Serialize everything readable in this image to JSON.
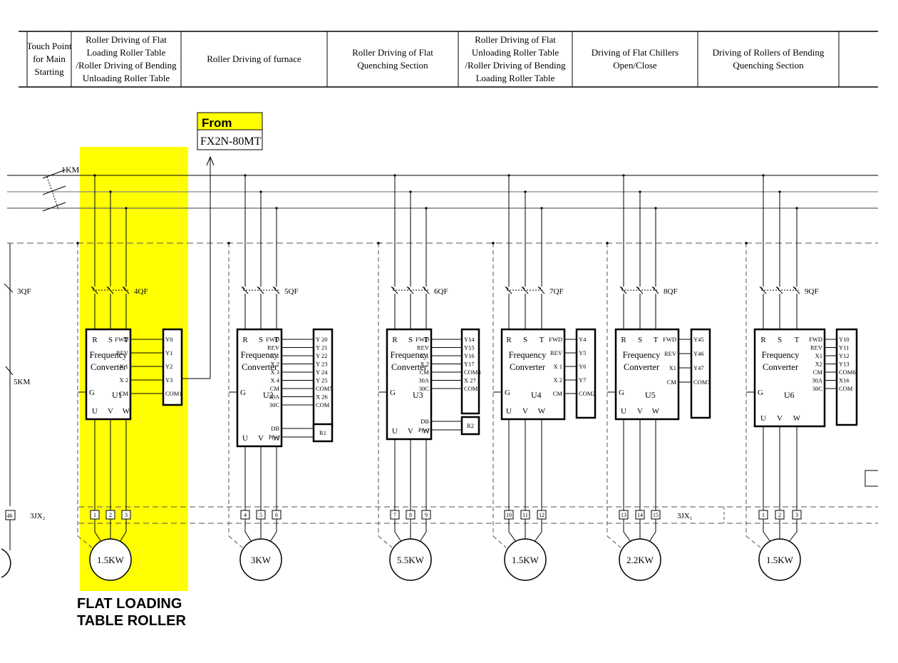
{
  "header": {
    "columns": [
      {
        "lines": [
          "Touch Point",
          "for Main",
          "Starting"
        ]
      },
      {
        "lines": [
          "Roller Driving of Flat",
          "Loading Roller Table",
          "/Roller Driving of Bending",
          "Unloading Roller Table"
        ]
      },
      {
        "lines": [
          "Roller Driving of furnace"
        ]
      },
      {
        "lines": [
          "Roller Driving of Flat",
          "Quenching Section"
        ]
      },
      {
        "lines": [
          "Roller Driving of Flat",
          "Unloading Roller Table",
          "/Roller Driving of Bending",
          "Loading Roller Table"
        ]
      },
      {
        "lines": [
          "Driving of Flat Chillers",
          "Open/Close"
        ]
      },
      {
        "lines": [
          "Driving of Rollers of  Bending",
          "Quenching Section"
        ]
      }
    ]
  },
  "from_label": {
    "title": "From",
    "source": "FX2N-80MT"
  },
  "contactors": {
    "main": "1KM",
    "touch": "5KM"
  },
  "breakers": {
    "touch": "3QF",
    "list": [
      "4QF",
      "5QF",
      "6QF",
      "7QF",
      "8QF",
      "9QF"
    ]
  },
  "terminal_strips": {
    "left": "3JX₂",
    "right": "3JX₁",
    "touch_terminal": "46"
  },
  "converter_title": [
    "Frequency",
    "Converter"
  ],
  "converters": [
    {
      "name": "U1",
      "inputs": [
        "R",
        "S",
        "T"
      ],
      "outputs": [
        "U",
        "V",
        "W"
      ],
      "ground": "G",
      "left_pins": [
        "FWD",
        "REV",
        "X 1",
        "X 2",
        "CM"
      ],
      "right_pins": [
        "Y0",
        "Y1",
        "Y2",
        "Y3",
        "COM1"
      ],
      "brake_pins": [],
      "resistor": "",
      "terminals": [
        "1",
        "2",
        "3"
      ],
      "motor": "1.5KW"
    },
    {
      "name": "U2",
      "inputs": [
        "R",
        "S",
        "T"
      ],
      "outputs": [
        "U",
        "V",
        "W"
      ],
      "ground": "G",
      "left_pins": [
        "FWD",
        "REV",
        "X 1",
        "X 2",
        "X 3",
        "X 4",
        "CM",
        "30A",
        "30C"
      ],
      "right_pins": [
        "Y 20",
        "Y 21",
        "Y 22",
        "Y 23",
        "Y 24",
        "Y 25",
        "COM5",
        "X 26",
        "COM"
      ],
      "brake_pins": [
        "DB",
        "P(+)"
      ],
      "resistor": "R1",
      "terminals": [
        "4",
        "5",
        "6"
      ],
      "motor": "3KW"
    },
    {
      "name": "U3",
      "inputs": [
        "R",
        "S",
        "T"
      ],
      "outputs": [
        "U",
        "V",
        "W"
      ],
      "ground": "G",
      "left_pins": [
        "FWD",
        "REV",
        "X 1",
        "X 2",
        "CM",
        "30A",
        "30C"
      ],
      "right_pins": [
        "Y14",
        "Y15",
        "Y16",
        "Y17",
        "COM4",
        "X 27",
        "COM"
      ],
      "brake_pins": [
        "DB",
        "P(+)"
      ],
      "resistor": "R2",
      "terminals": [
        "7",
        "8",
        "9"
      ],
      "motor": "5.5KW"
    },
    {
      "name": "U4",
      "inputs": [
        "R",
        "S",
        "T"
      ],
      "outputs": [
        "U",
        "V",
        "W"
      ],
      "ground": "G",
      "left_pins": [
        "FWD",
        "REV",
        "X 1",
        "X 2",
        "CM"
      ],
      "right_pins": [
        "Y4",
        "Y5",
        "Y6",
        "Y7",
        "COM2"
      ],
      "brake_pins": [],
      "resistor": "",
      "terminals": [
        "10",
        "11",
        "12"
      ],
      "motor": "1.5KW"
    },
    {
      "name": "U5",
      "inputs": [
        "R",
        "S",
        "T"
      ],
      "outputs": [
        "U",
        "V",
        "W"
      ],
      "ground": "G",
      "left_pins": [
        "FWD",
        "REV",
        "X1",
        "CM"
      ],
      "right_pins": [
        "Y45",
        "Y46",
        "Y47",
        "COM7"
      ],
      "brake_pins": [],
      "resistor": "",
      "terminals": [
        "13",
        "14",
        "15"
      ],
      "motor": "2.2KW"
    },
    {
      "name": "U6",
      "inputs": [
        "R",
        "S",
        "T"
      ],
      "outputs": [
        "U",
        "V",
        "W"
      ],
      "ground": "G",
      "left_pins": [
        "FWD",
        "REV",
        "X1",
        "X2",
        "CM",
        "30A",
        "30C"
      ],
      "right_pins": [
        "Y10",
        "Y11",
        "Y12",
        "Y13",
        "COM6",
        "X16",
        "COM"
      ],
      "brake_pins": [],
      "resistor": "",
      "terminals": [
        "1",
        "2",
        "3"
      ],
      "motor": "1.5KW"
    }
  ],
  "highlight": {
    "caption": [
      "FLAT LOADING",
      "TABLE ROLLER"
    ],
    "color": "#ffff00"
  },
  "colors": {
    "highlight": "#ffff00",
    "line": "#000000",
    "phase_line": "#808080",
    "dashed": "#555555"
  }
}
